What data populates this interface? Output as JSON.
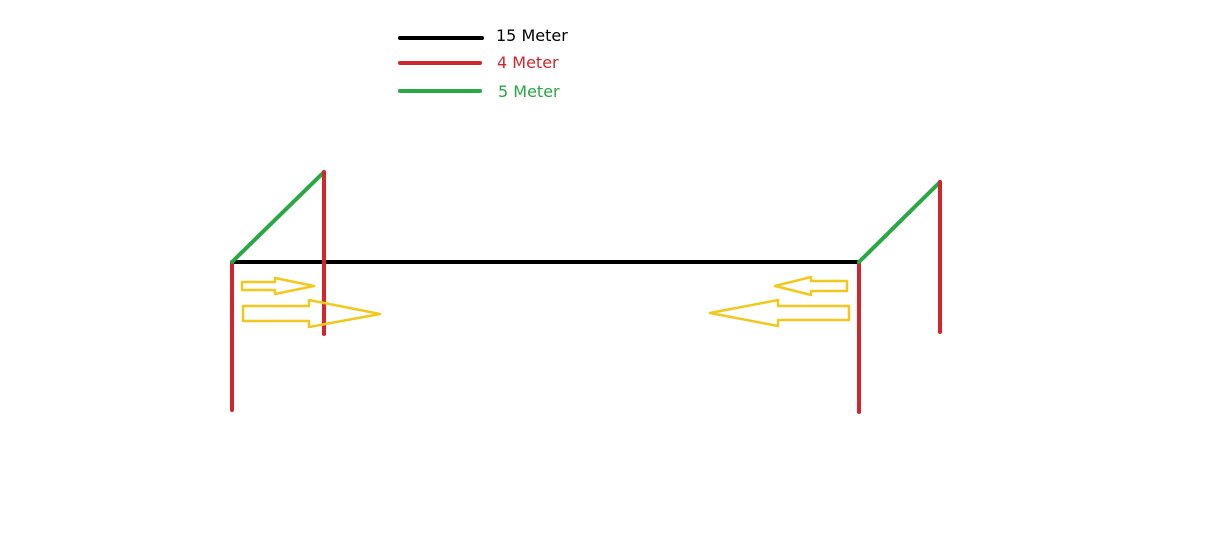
{
  "legend": {
    "items": [
      {
        "label": "15 Meter",
        "color": "#000000"
      },
      {
        "label": "4 Meter",
        "color": "#d0262e"
      },
      {
        "label": "5 Meter",
        "color": "#27a843"
      }
    ]
  },
  "colors": {
    "black_line": "#000000",
    "red_line": "#d0262e",
    "green_line": "#27a843",
    "arrow_outline": "#f3c81d"
  },
  "arrows": {
    "left_group_direction": "right",
    "right_group_direction": "left"
  }
}
